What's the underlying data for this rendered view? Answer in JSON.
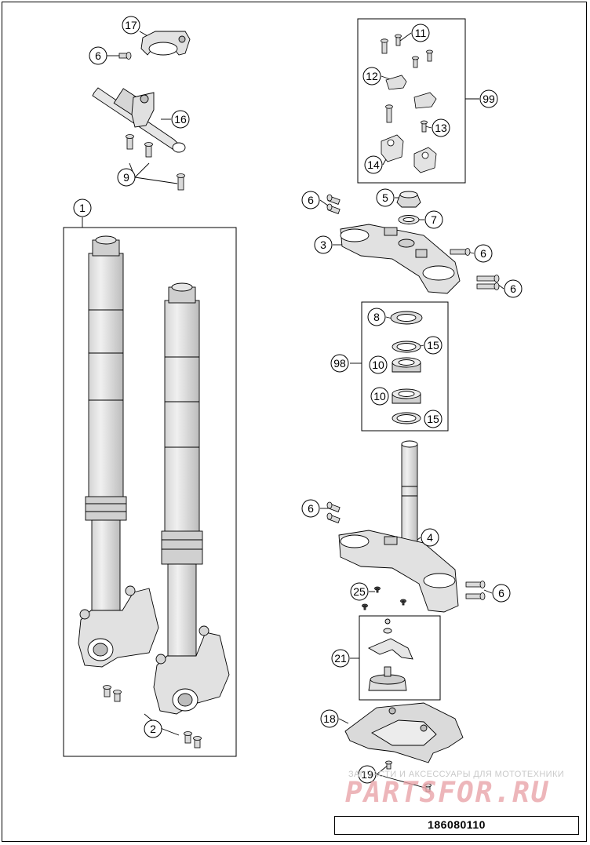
{
  "diagram": {
    "drawing_number": "186080110",
    "watermark": {
      "caption": "ЗАПЧАСТИ И АКСЕССУАРЫ ДЛЯ МОТОТЕХНИКИ",
      "logo": "PARTSFOR.RU"
    },
    "callouts": [
      "17",
      "6",
      "16",
      "9",
      "1",
      "2",
      "11",
      "12",
      "99",
      "13",
      "14",
      "6",
      "5",
      "7",
      "3",
      "6",
      "6",
      "8",
      "15",
      "98",
      "10",
      "10",
      "15",
      "6",
      "4",
      "6",
      "25",
      "21",
      "18",
      "19"
    ],
    "colors": {
      "line": "#000000",
      "part_fill": "#e6e6e6",
      "part_shade": "#bdbdbd",
      "watermark_red": "#e02a3a"
    }
  }
}
